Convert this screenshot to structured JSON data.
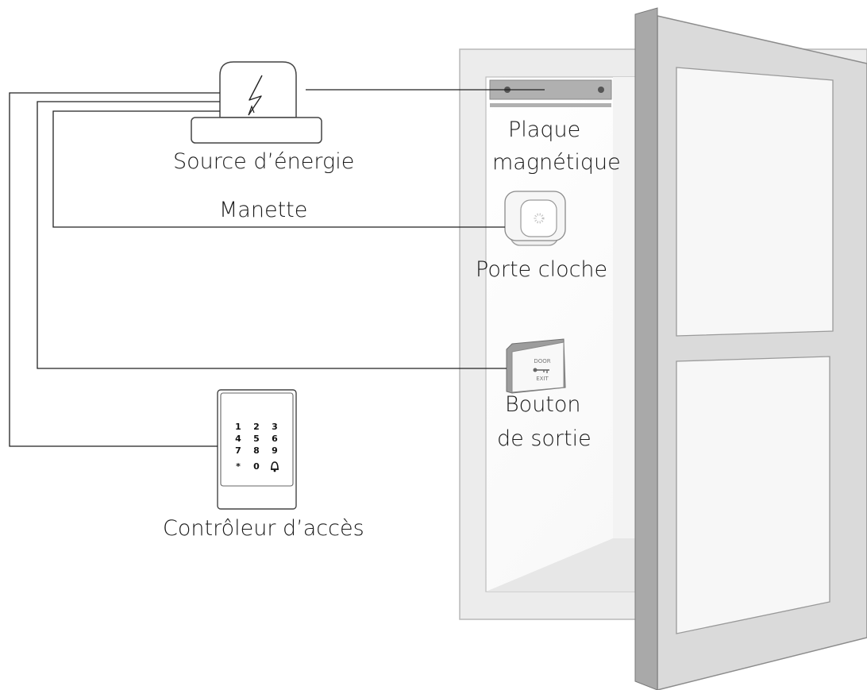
{
  "labels": {
    "power_source": "Source d’énergie",
    "handle": "Manette",
    "magnetic_plate_line1": "Plaque",
    "magnetic_plate_line2": "magnétique",
    "doorbell": "Porte cloche",
    "exit_button_line1": "Bouton",
    "exit_button_line2": "de sortie",
    "access_controller": "Contrôleur d’accès"
  },
  "keypad": {
    "keys": [
      "1",
      "2",
      "3",
      "4",
      "5",
      "6",
      "7",
      "8",
      "9",
      "*",
      "0",
      "bell"
    ]
  },
  "exit_button_plate": {
    "top_text": "DOOR",
    "bottom_text": "EXIT"
  },
  "icons": {
    "power": "lightning-bolt-icon",
    "doorbell": "doorbell-icon",
    "bell_key": "bell-icon",
    "key": "key-icon"
  },
  "colors": {
    "door_front": "#a9a9a9",
    "door_panel": "#dcdcdc",
    "frame": "#e8e8e8",
    "wire": "#222222"
  }
}
